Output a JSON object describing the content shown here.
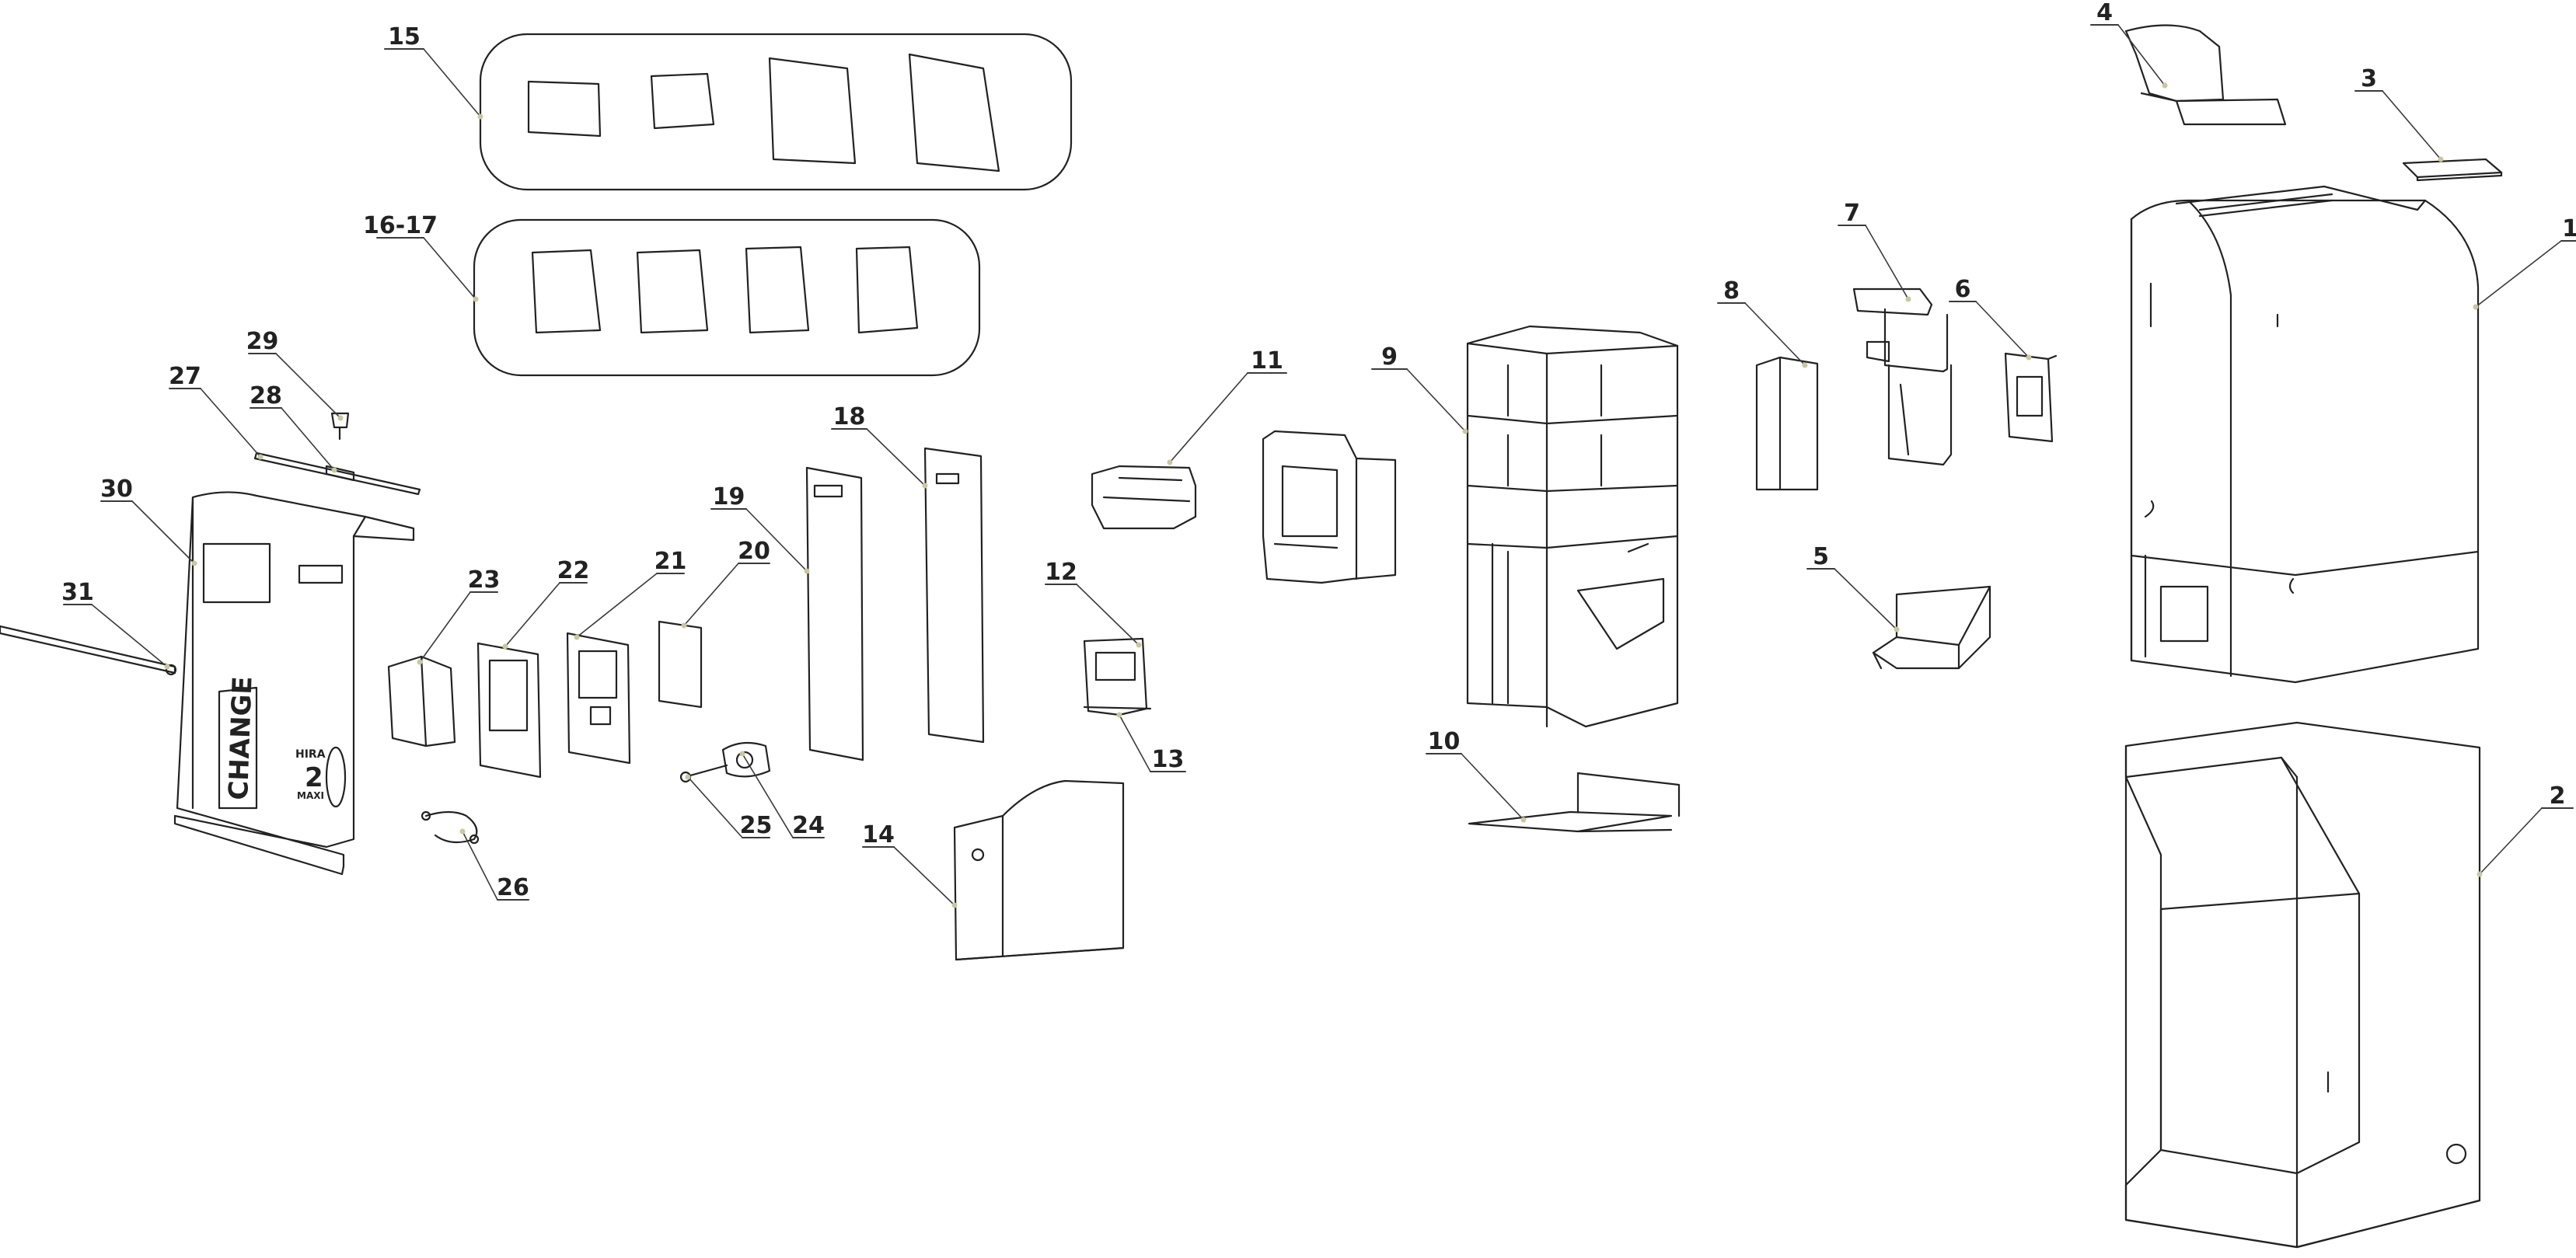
{
  "diagram": {
    "callouts": [
      "1",
      "2",
      "3",
      "4",
      "5",
      "6",
      "7",
      "8",
      "9",
      "10",
      "11",
      "12",
      "13",
      "14",
      "15",
      "16-17",
      "18",
      "19",
      "20",
      "21",
      "22",
      "23",
      "24",
      "25",
      "26",
      "27",
      "28",
      "29",
      "30",
      "31"
    ],
    "panel_text": {
      "change": "CHANGE",
      "hira": "HIRA",
      "two": "2",
      "maxi": "MAXI"
    },
    "colors": {
      "line": "#222222",
      "leader": "#3a3a3a",
      "dot": "#c8c8a0"
    }
  }
}
